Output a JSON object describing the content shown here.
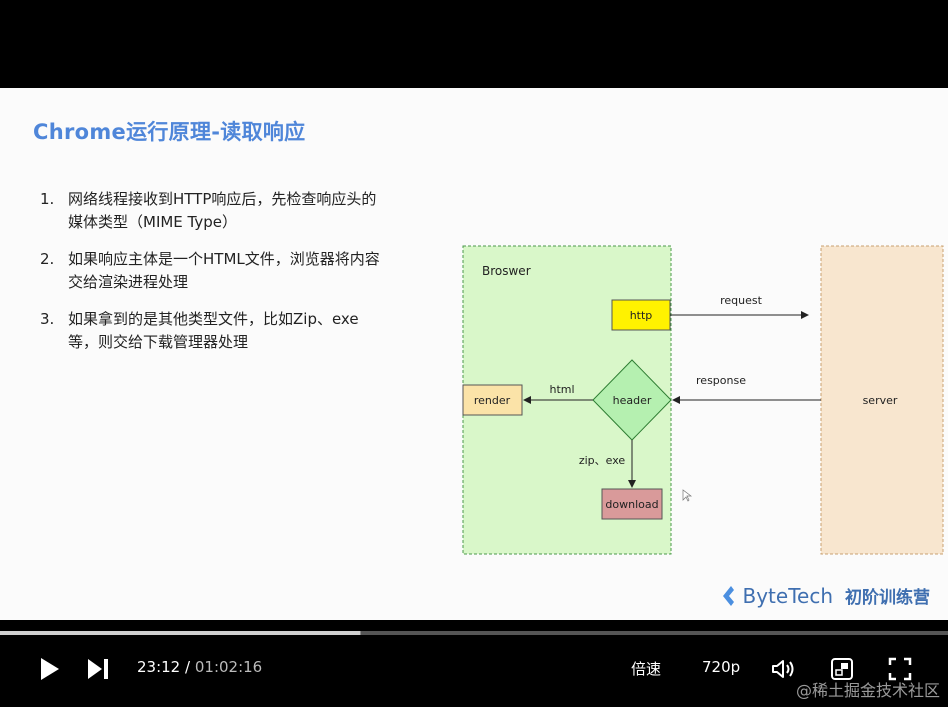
{
  "slide": {
    "title": "Chrome运行原理-读取响应",
    "points": [
      {
        "num": "1.",
        "text": "网络线程接收到HTTP响应后，先检查响应头的媒体类型（MIME Type）"
      },
      {
        "num": "2.",
        "text": "如果响应主体是一个HTML文件，浏览器将内容交给渲染进程处理"
      },
      {
        "num": "3.",
        "text": "如果拿到的是其他类型文件，比如Zip、exe等，则交给下载管理器处理"
      }
    ],
    "diagram": {
      "browser_label": "Broswer",
      "http": "http",
      "header": "header",
      "render": "render",
      "download": "download",
      "server": "server",
      "request": "request",
      "response": "response",
      "html": "html",
      "zip_exe": "zip、exe"
    },
    "brand": {
      "name": "ByteTech",
      "sub": "初阶训练营"
    },
    "colors": {
      "title": "#4f86d9",
      "browser_bg": "#d9f7c9",
      "server_bg": "#f8e6cf",
      "http_bg": "#fff200",
      "render_bg": "#fbe3a8",
      "header_bg": "#b5f0b0",
      "download_bg": "#d99a9a"
    }
  },
  "player": {
    "played_fraction": 0.38,
    "buffered_fraction": 0.381,
    "current_time": "23:12",
    "separator": "/",
    "duration": "01:02:16",
    "speed_label": "倍速",
    "quality_label": "720p",
    "icons": {
      "play": "play-icon",
      "next": "next-icon",
      "volume": "volume-icon",
      "pip": "picture-in-picture-icon",
      "fullscreen": "fullscreen-icon"
    }
  },
  "watermark": "@稀土掘金技术社区"
}
